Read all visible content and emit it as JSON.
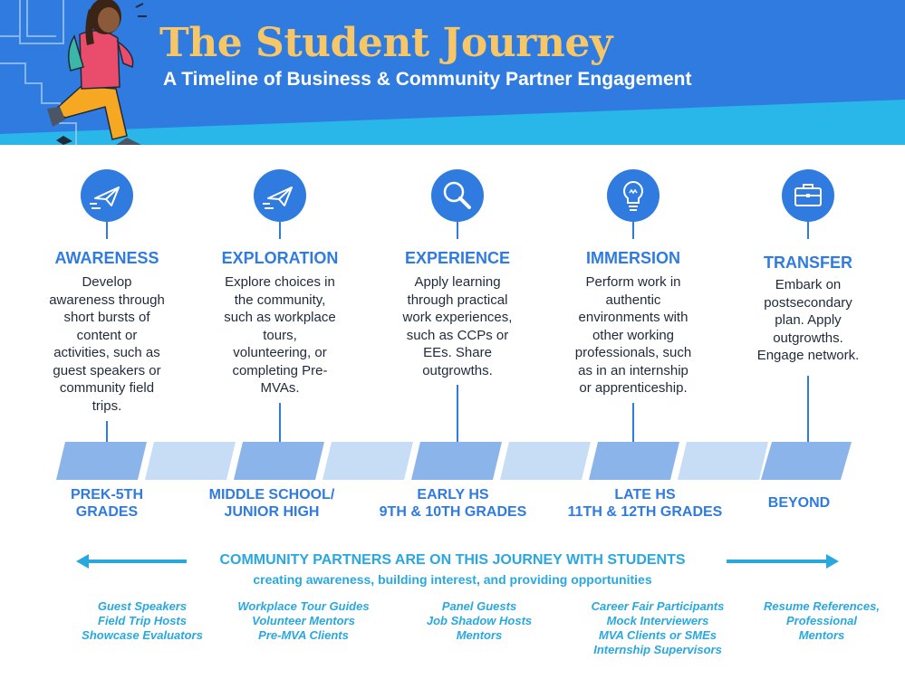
{
  "header": {
    "title": "The Student Journey",
    "subtitle": "A Timeline of Business & Community Partner Engagement"
  },
  "colors": {
    "header_blue": "#2f7be0",
    "header_light": "#29b6e8",
    "title_gold": "#f6c667",
    "accent_blue": "#2f7be0",
    "partner_cyan": "#29a8e0"
  },
  "stages": [
    {
      "icon": "paper-plane-icon",
      "label": "AWARENESS",
      "lines": [
        "Develop",
        "awareness through",
        "short bursts of",
        "content or",
        "activities, such as",
        "guest speakers or",
        "community field",
        "trips."
      ]
    },
    {
      "icon": "paper-plane-icon",
      "label": "EXPLORATION",
      "lines": [
        "Explore choices in",
        "the community,",
        "such as workplace",
        "tours,",
        "volunteering, or",
        "completing Pre-",
        "MVAs."
      ]
    },
    {
      "icon": "magnifying-glass-icon",
      "label": "EXPERIENCE",
      "lines": [
        "Apply learning",
        "through practical",
        "work experiences,",
        "such as CCPs or",
        "EEs. Share",
        "outgrowths."
      ]
    },
    {
      "icon": "lightbulb-icon",
      "label": "IMMERSION",
      "lines": [
        "Perform work in",
        "authentic",
        "environments with",
        "other working",
        "professionals, such",
        "as in an internship",
        "or apprenticeship."
      ]
    },
    {
      "icon": "briefcase-icon",
      "label": "TRANSFER",
      "lines": [
        "Embark on",
        "postsecondary",
        "plan. Apply",
        "outgrowths.",
        "Engage network."
      ]
    }
  ],
  "grades": [
    {
      "line1": "PREK-5TH",
      "line2": "GRADES"
    },
    {
      "line1": "MIDDLE SCHOOL/",
      "line2": "JUNIOR HIGH"
    },
    {
      "line1": "EARLY HS",
      "line2": "9TH & 10TH GRADES"
    },
    {
      "line1": "LATE HS",
      "line2": "11TH & 12TH GRADES"
    },
    {
      "line1": "BEYOND",
      "line2": ""
    }
  ],
  "partners": {
    "title": "COMMUNITY PARTNERS ARE ON THIS JOURNEY WITH STUDENTS",
    "subtitle": "creating awareness, building interest, and providing opportunities",
    "roles": [
      [
        "Guest Speakers",
        "Field Trip Hosts",
        "Showcase Evaluators"
      ],
      [
        "Workplace Tour Guides",
        "Volunteer Mentors",
        "Pre-MVA Clients"
      ],
      [
        "Panel Guests",
        "Job Shadow Hosts",
        "Mentors"
      ],
      [
        "Career Fair Participants",
        "Mock Interviewers",
        "MVA Clients or SMEs",
        "Internship Supervisors"
      ],
      [
        "Resume References,",
        "Professional",
        "Mentors"
      ]
    ]
  }
}
